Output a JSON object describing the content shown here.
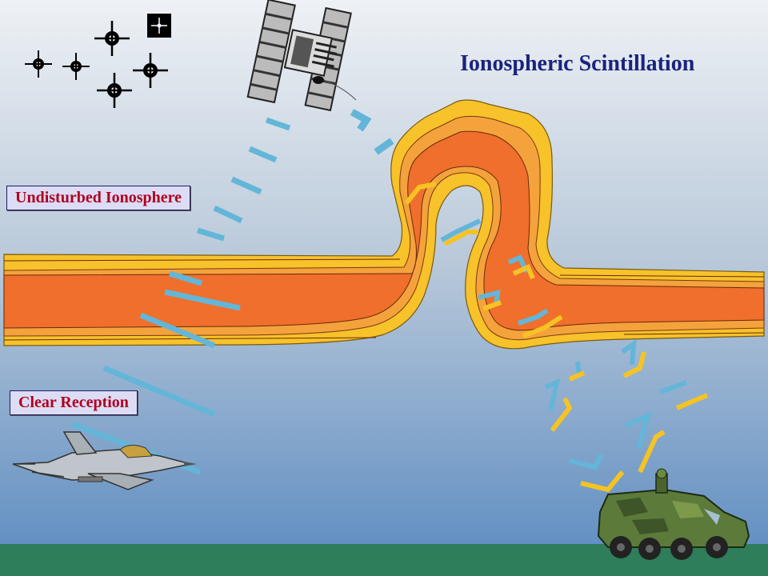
{
  "title": "Ionospheric Scintillation",
  "labels": {
    "undisturbed": "Undisturbed Ionosphere",
    "clear": "Clear Reception"
  },
  "colors": {
    "sky_top": "#eef1f5",
    "sky_bottom": "#5a8ac0",
    "ground": "#2e7d5b",
    "band_outer": "#f7c22a",
    "band_middle": "#f4a23c",
    "band_inner": "#f06f2c",
    "signal_clear": "#63b6d8",
    "signal_disturbed": "#f5c324",
    "title": "#1a237e",
    "label_text": "#b00020",
    "label_bg": "#dcdcf5"
  },
  "icons": {
    "stars": "star-icon",
    "satellite": "satellite-icon",
    "aircraft": "fighter-jet-icon",
    "vehicle": "armored-vehicle-icon"
  }
}
